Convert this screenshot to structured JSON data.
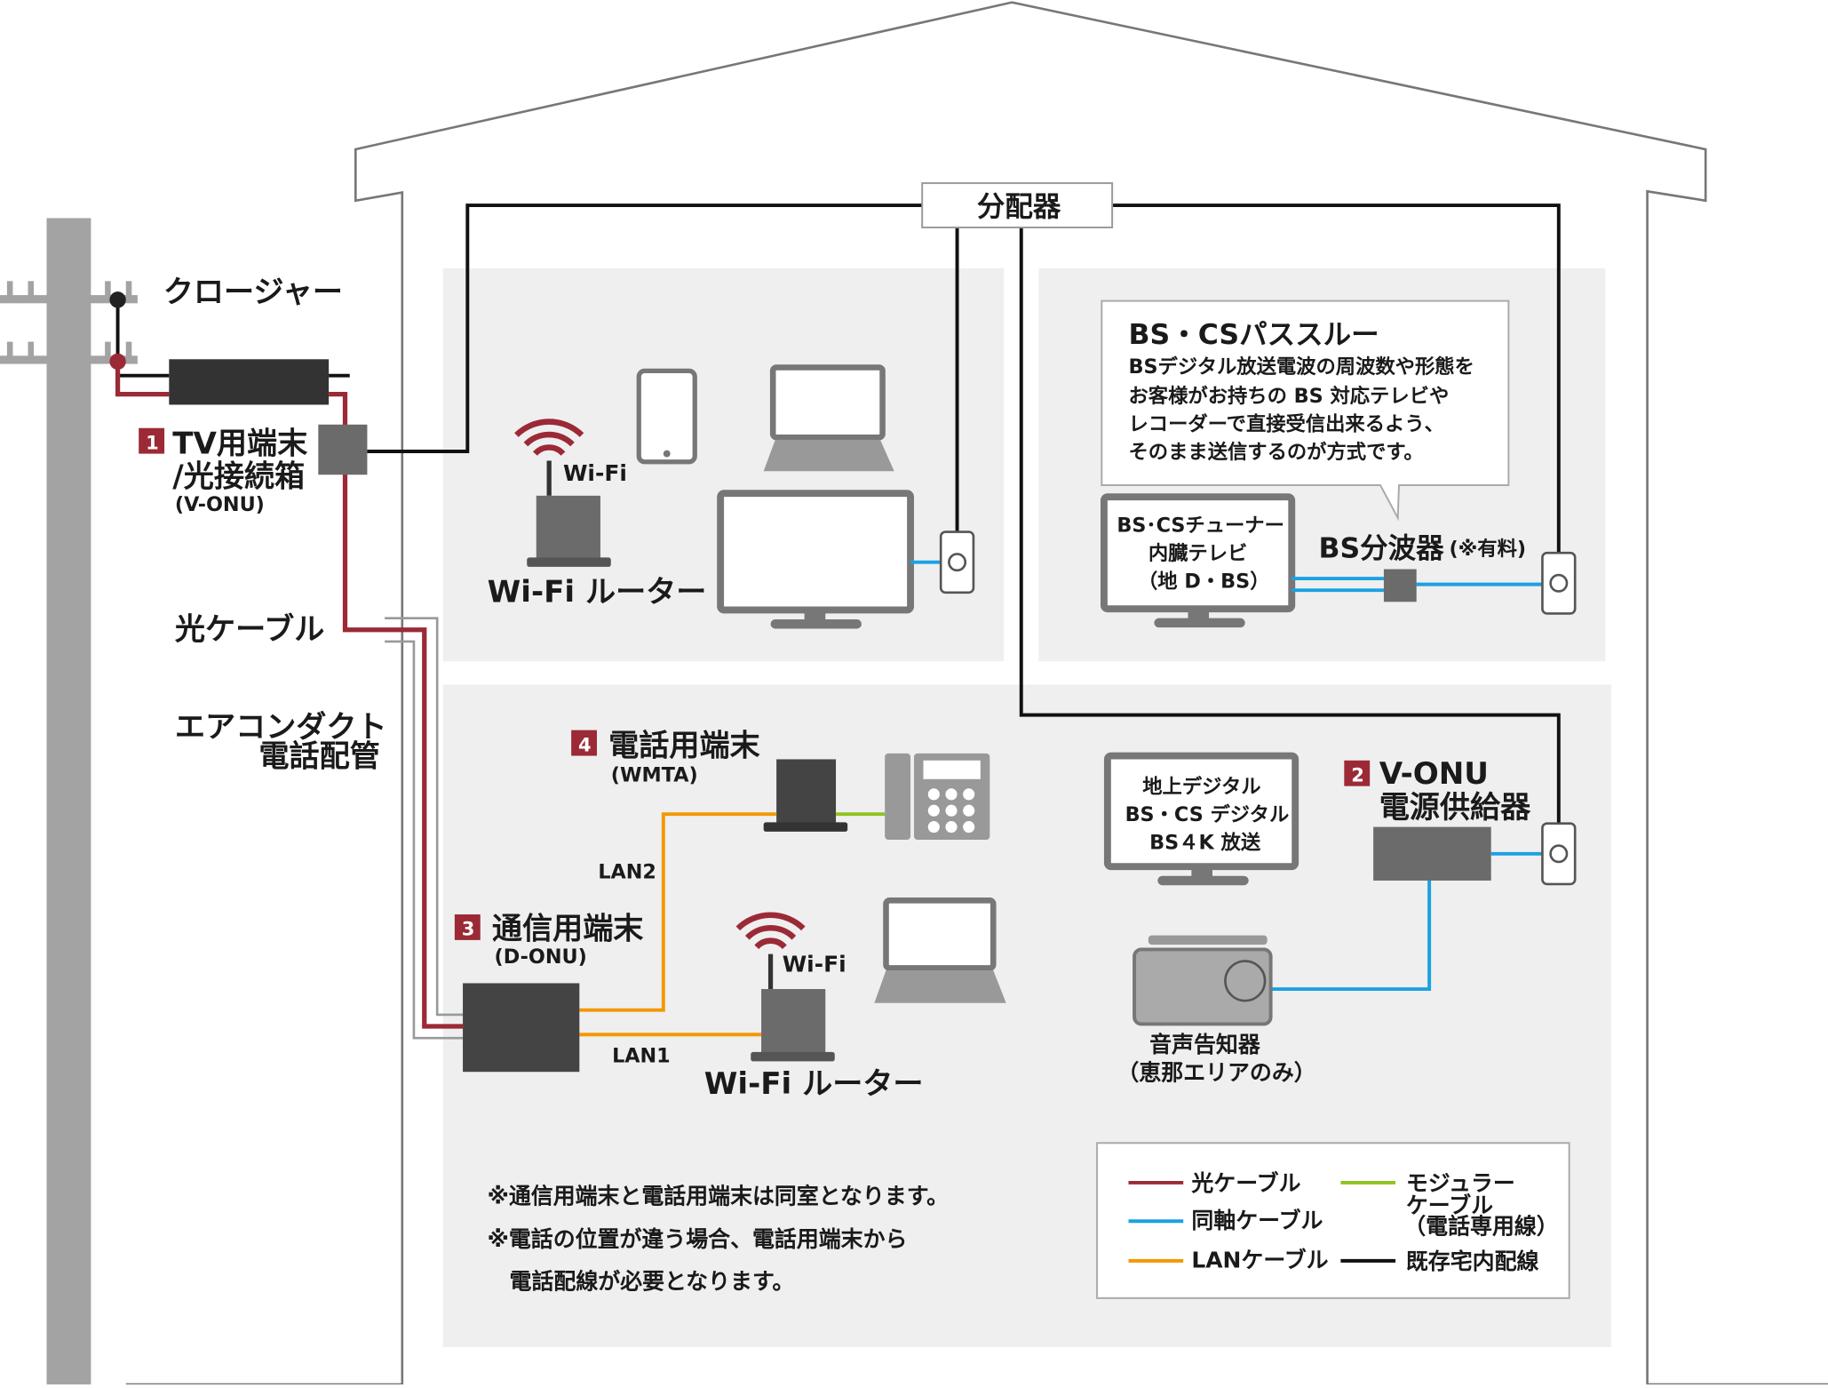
{
  "colors": {
    "fiber": "#9b2a36",
    "coax": "#1ba1e2",
    "lan": "#f39800",
    "modular": "#8fc31f",
    "existing": "#111111",
    "device": "#6b6b6b",
    "panel": "#efefef"
  },
  "pole": {
    "closure_label": "クロージャー",
    "fiber_label": "光ケーブル",
    "duct_label_1": "エアコンダクト",
    "duct_label_2": "電話配管"
  },
  "splitter": {
    "label": "分配器"
  },
  "device1": {
    "number": "1",
    "line1": "TV用端末",
    "line2": "/光接続箱",
    "sub": "(V-ONU)"
  },
  "device2": {
    "number": "2",
    "line1": "V-ONU",
    "line2": "電源供給器"
  },
  "device3": {
    "number": "3",
    "line1": "通信用端末",
    "sub": "(D-ONU)"
  },
  "device4": {
    "number": "4",
    "line1": "電話用端末",
    "sub": "(WMTA)"
  },
  "room1": {
    "wifi_label": "Wi-Fi",
    "router_label": "Wi-Fi ルーター"
  },
  "room2": {
    "callout_title": "BS・CSパススルー",
    "callout_lines": [
      "BSデジタル放送電波の周波数や形態を",
      "お客様がお持ちの BS 対応テレビや",
      "レコーダーで直接受信出来るよう、",
      "そのまま送信するのが方式です。"
    ],
    "tv_lines": [
      "BS･CSチューナー",
      "内臓テレビ",
      "（地 D・BS）"
    ],
    "splitter_label": "BS分波器",
    "splitter_note": "(※有料)"
  },
  "room3": {
    "lan2": "LAN2",
    "lan1": "LAN1",
    "wifi_label": "Wi-Fi",
    "router_label": "Wi-Fi ルーター",
    "tv_lines": [
      "地上デジタル",
      "BS・CS デジタル",
      "BS４K 放送"
    ],
    "radio_lines": [
      "音声告知器",
      "（恵那エリアのみ）"
    ],
    "notes": [
      "※通信用端末と電話用端末は同室となります。",
      "※電話の位置が違う場合、電話用端末から",
      "　電話配線が必要となります。"
    ]
  },
  "legend": {
    "items": [
      {
        "label": "光ケーブル"
      },
      {
        "label": "同軸ケーブル"
      },
      {
        "label": "LANケーブル"
      },
      {
        "label_lines": [
          "モジュラー",
          "ケーブル",
          "（電話専用線）"
        ]
      },
      {
        "label": "既存宅内配線"
      }
    ]
  }
}
